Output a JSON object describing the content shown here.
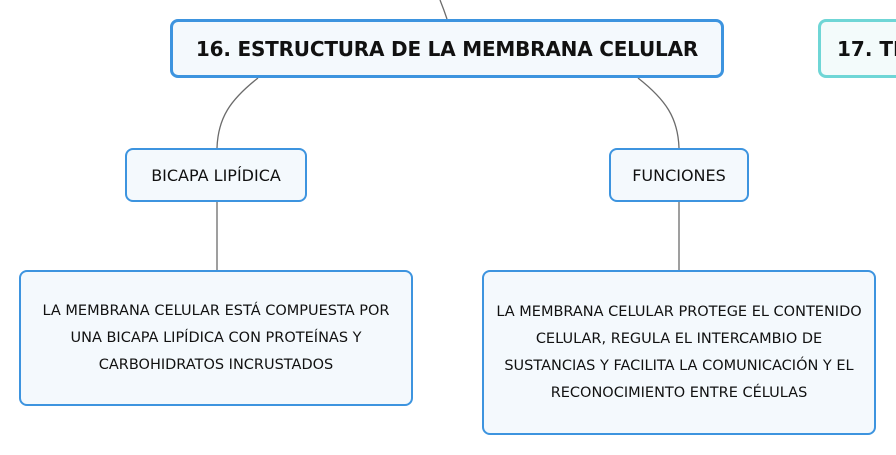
{
  "map": {
    "main_topic": "16. ESTRUCTURA DE LA MEMBRANA CELULAR",
    "next_topic": "17. TR",
    "branches": [
      {
        "label": "BICAPA LIPÍDICA",
        "detail": "LA MEMBRANA CELULAR ESTÁ COMPUESTA POR UNA BICAPA LIPÍDICA CON PROTEÍNAS Y CARBOHIDRATOS INCRUSTADOS"
      },
      {
        "label": "FUNCIONES",
        "detail": "LA MEMBRANA CELULAR PROTEGE EL CONTENIDO CELULAR, REGULA EL INTERCAMBIO DE SUSTANCIAS Y FACILITA LA COMUNICACIÓN Y EL RECONOCIMIENTO ENTRE CÉLULAS"
      }
    ]
  },
  "colors": {
    "border_blue": "#3d94df",
    "border_teal": "#6fd6d6",
    "connector": "#6b6b6b",
    "node_fill": "#f4f9fd"
  }
}
